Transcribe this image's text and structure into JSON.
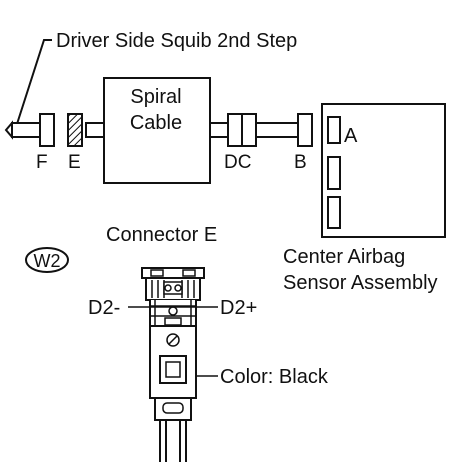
{
  "labels": {
    "squib": "Driver Side Squib 2nd Step",
    "spiral_line1": "Spiral",
    "spiral_line2": "Cable",
    "conn_f": "F",
    "conn_e": "E",
    "conn_dc": "DC",
    "conn_b": "B",
    "conn_a": "A",
    "connector_title": "Connector E",
    "w2": "W2",
    "sensor_line1": "Center Airbag",
    "sensor_line2": "Sensor Assembly",
    "pin_minus": "D2-",
    "pin_plus": "D2+",
    "color": "Color: Black"
  }
}
